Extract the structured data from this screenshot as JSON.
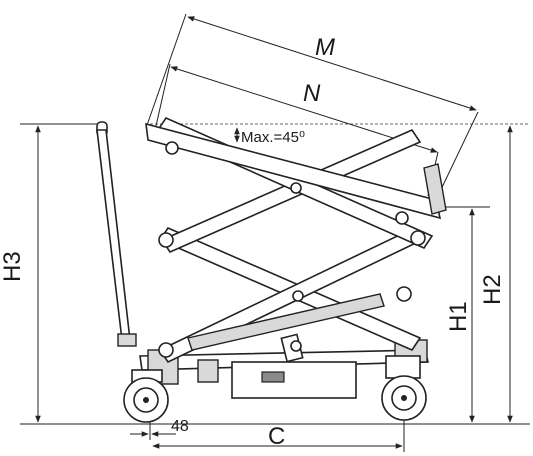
{
  "labels": {
    "m": "M",
    "n": "N",
    "max_angle": "Max.=45⁰",
    "h1": "H1",
    "h2": "H2",
    "h3": "H3",
    "dim_48": "48",
    "c": "C"
  },
  "colors": {
    "line": "#222222",
    "fill_light": "#d9d9d9",
    "fill_dark": "#8a8a8a"
  }
}
